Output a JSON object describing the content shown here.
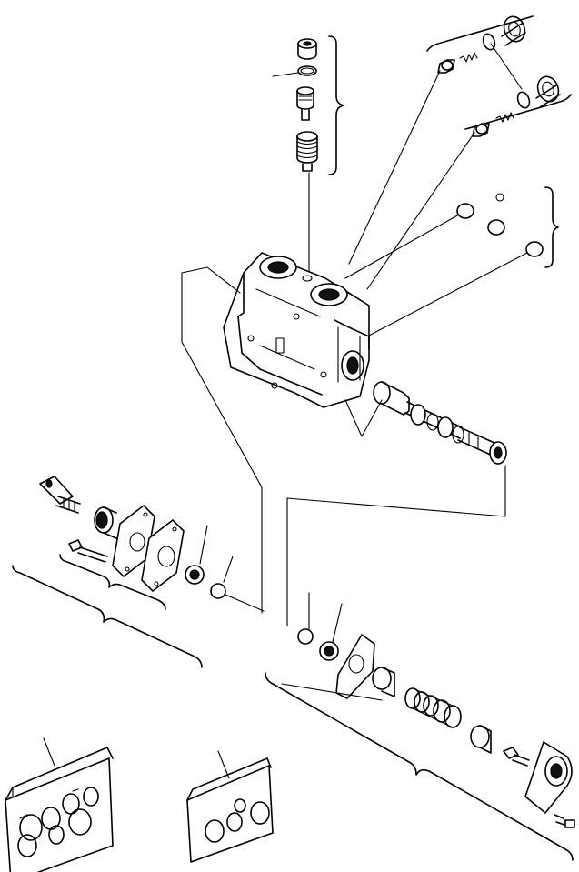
{
  "figure": {
    "kind": "exploded-parts-diagram",
    "background": "#ffffff",
    "ink": "#000000",
    "labels_printed": false
  },
  "parts": [
    {
      "name": "valve-body"
    },
    {
      "name": "spool"
    },
    {
      "name": "relief-valve-stack"
    },
    {
      "name": "check-valve-upper"
    },
    {
      "name": "check-valve-lower"
    },
    {
      "name": "o-ring-set-right"
    },
    {
      "name": "left-end-cap-assembly"
    },
    {
      "name": "right-end-cap-assembly"
    },
    {
      "name": "seal-kit-large"
    },
    {
      "name": "seal-kit-small"
    }
  ]
}
